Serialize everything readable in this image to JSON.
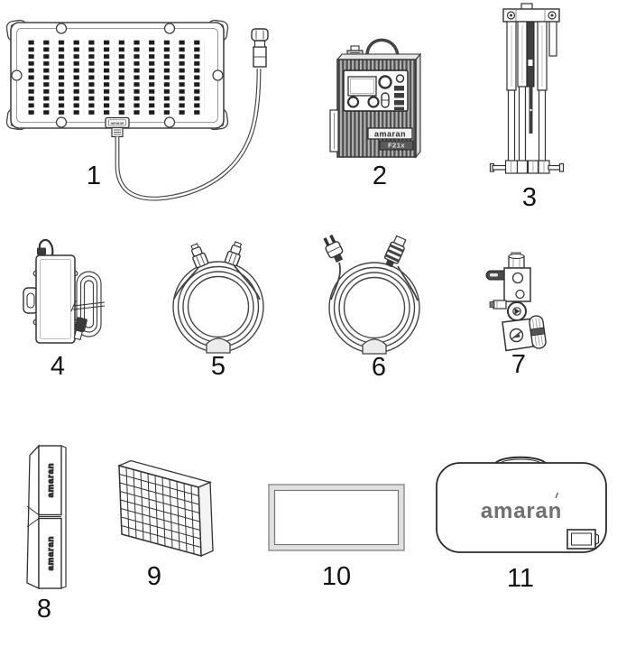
{
  "brand": "amaran",
  "control_box_model": "F21x",
  "items": [
    {
      "number": "1"
    },
    {
      "number": "2"
    },
    {
      "number": "3"
    },
    {
      "number": "4"
    },
    {
      "number": "5"
    },
    {
      "number": "6"
    },
    {
      "number": "7"
    },
    {
      "number": "8"
    },
    {
      "number": "9"
    },
    {
      "number": "10"
    },
    {
      "number": "11"
    }
  ]
}
